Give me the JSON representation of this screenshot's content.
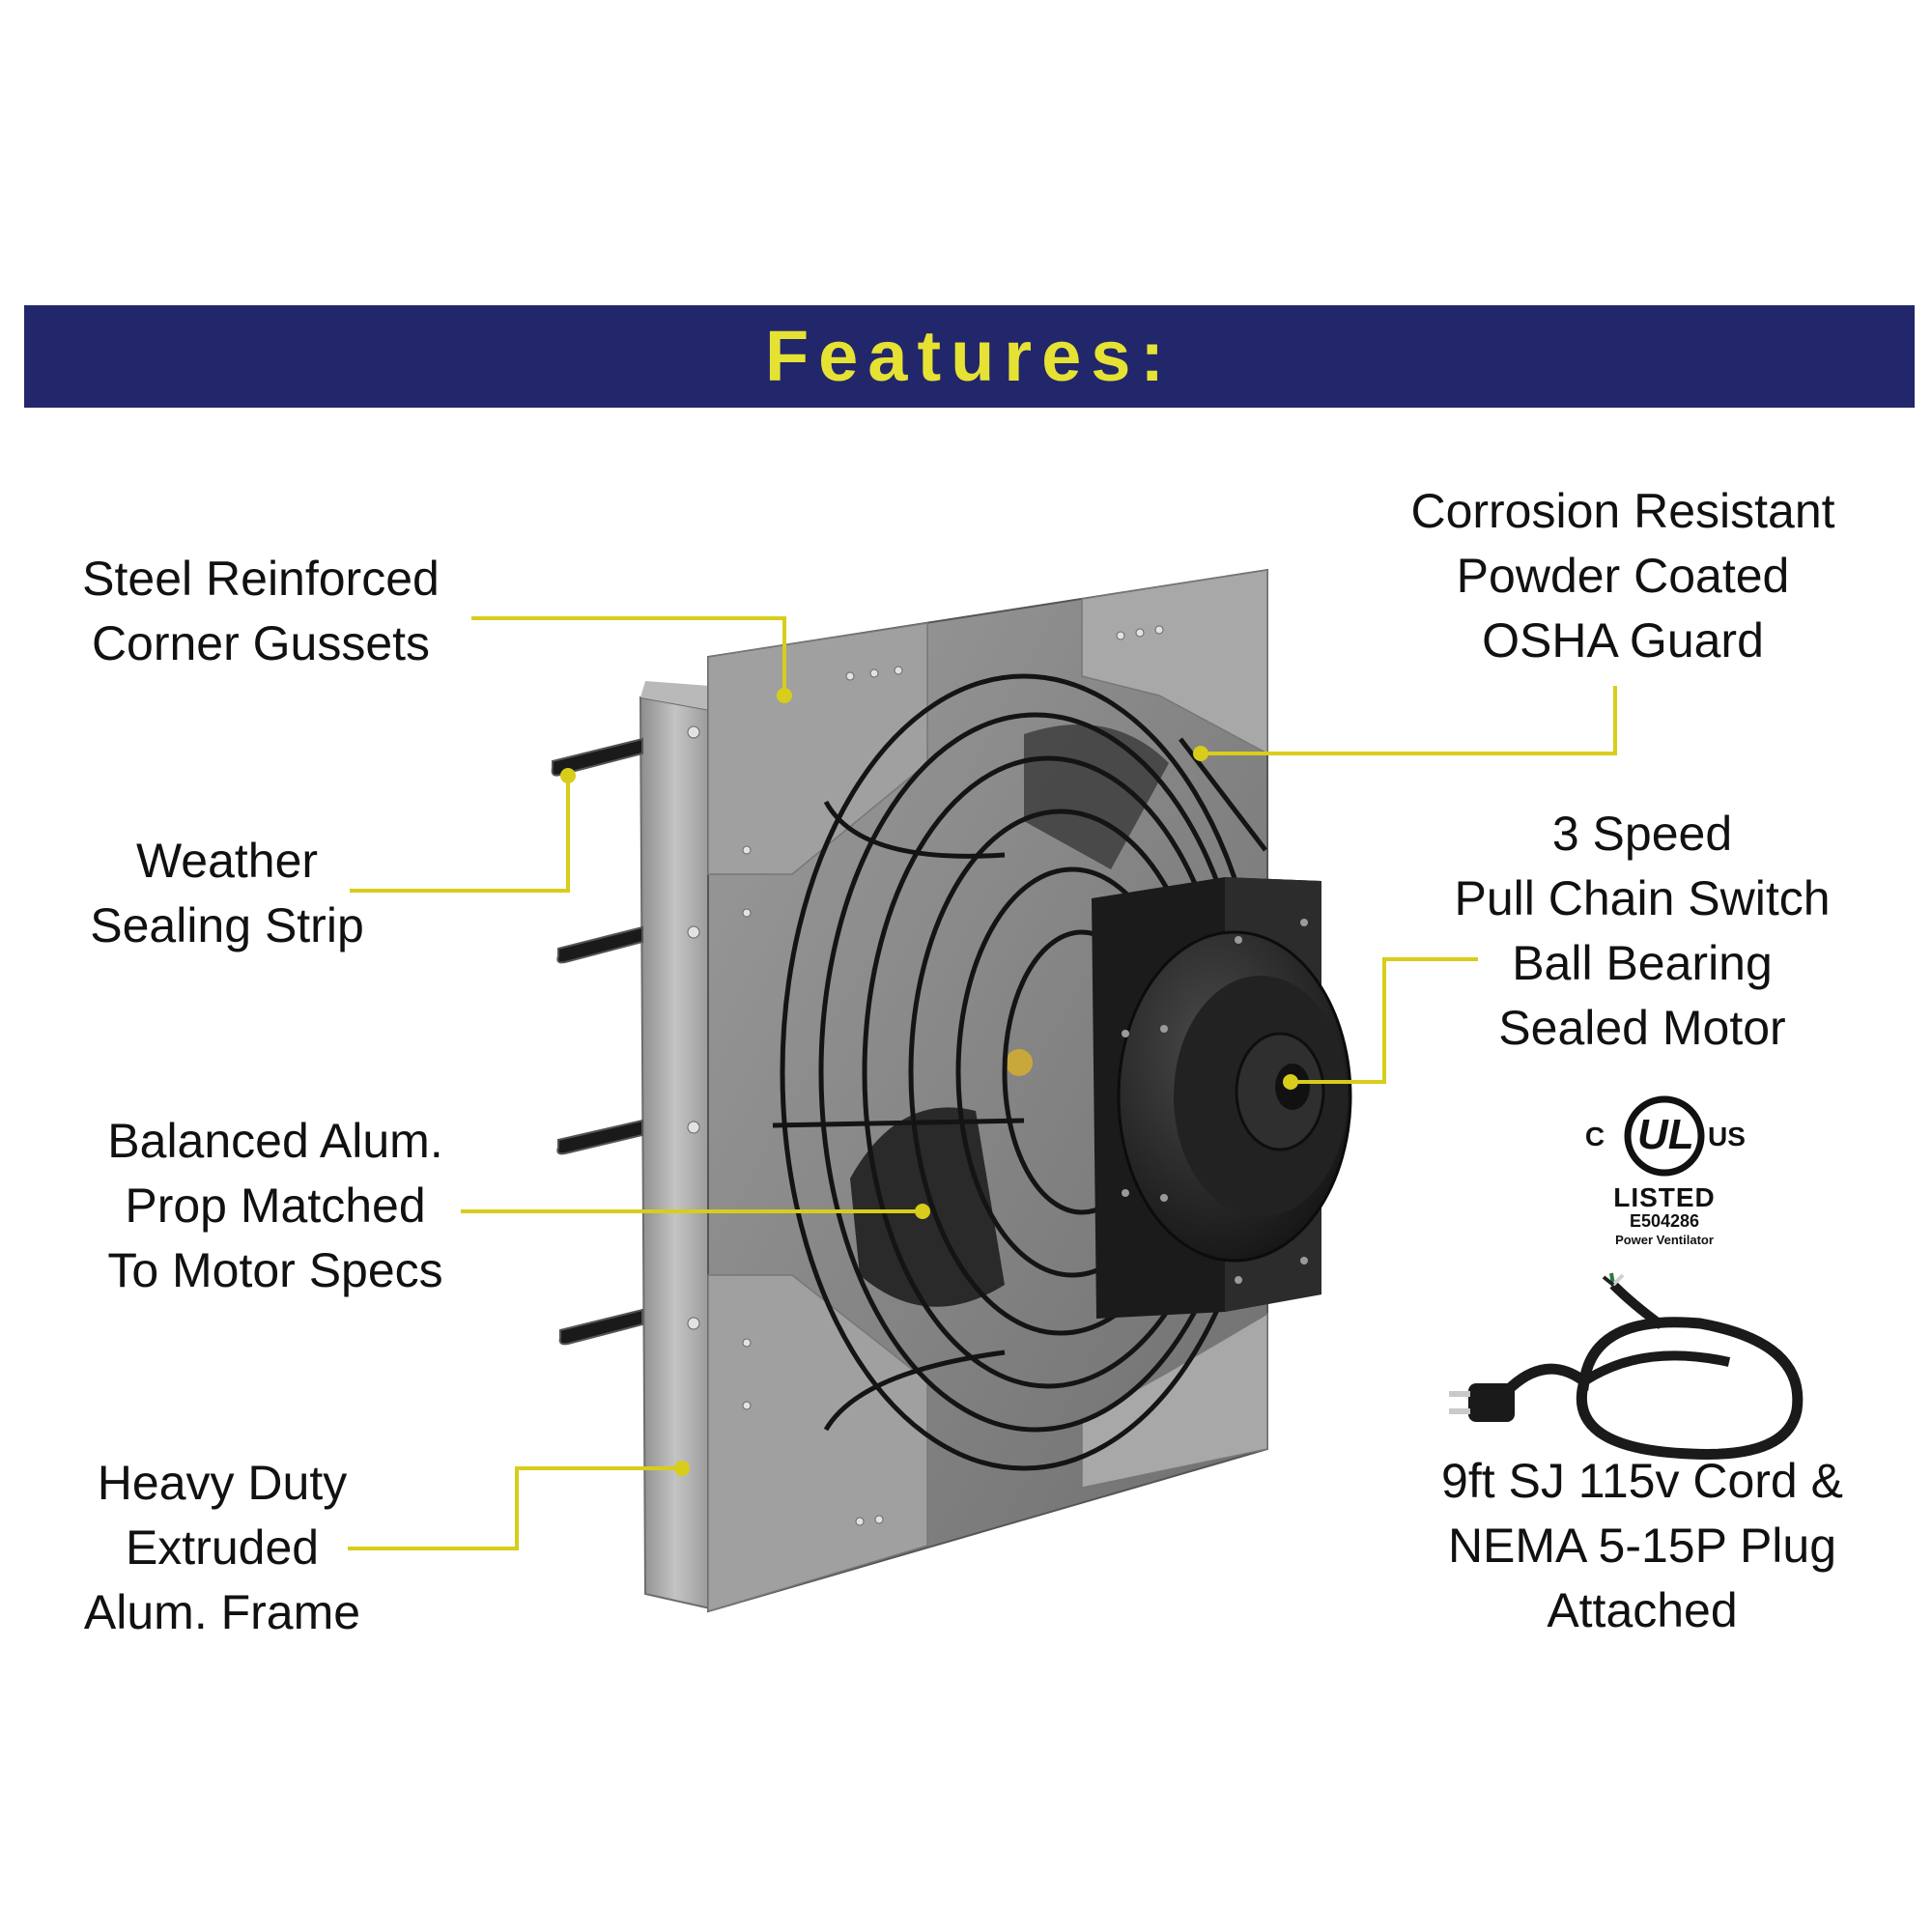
{
  "colors": {
    "banner": "#22266a",
    "banner_text": "#e6e233",
    "callout_line": "#d8cd1b"
  },
  "title": "Features:",
  "callouts": {
    "gussets": [
      "Steel Reinforced",
      "Corner Gussets"
    ],
    "sealing_strip": [
      "Weather",
      "Sealing Strip"
    ],
    "prop": [
      "Balanced Alum.",
      "Prop Matched",
      "To Motor Specs"
    ],
    "frame": [
      "Heavy Duty",
      "Extruded",
      "Alum. Frame"
    ],
    "guard": [
      "Corrosion Resistant",
      "Powder Coated",
      "OSHA Guard"
    ],
    "motor": [
      "3 Speed",
      "Pull Chain Switch",
      "Ball Bearing",
      "Sealed Motor"
    ],
    "cord": [
      "9ft SJ 115v Cord &",
      "NEMA 5-15P Plug",
      "Attached"
    ]
  },
  "certification": {
    "c": "C",
    "ul": "UL",
    "us": "US",
    "listed": "LISTED",
    "file_number": "E504286",
    "category": "Power Ventilator"
  }
}
